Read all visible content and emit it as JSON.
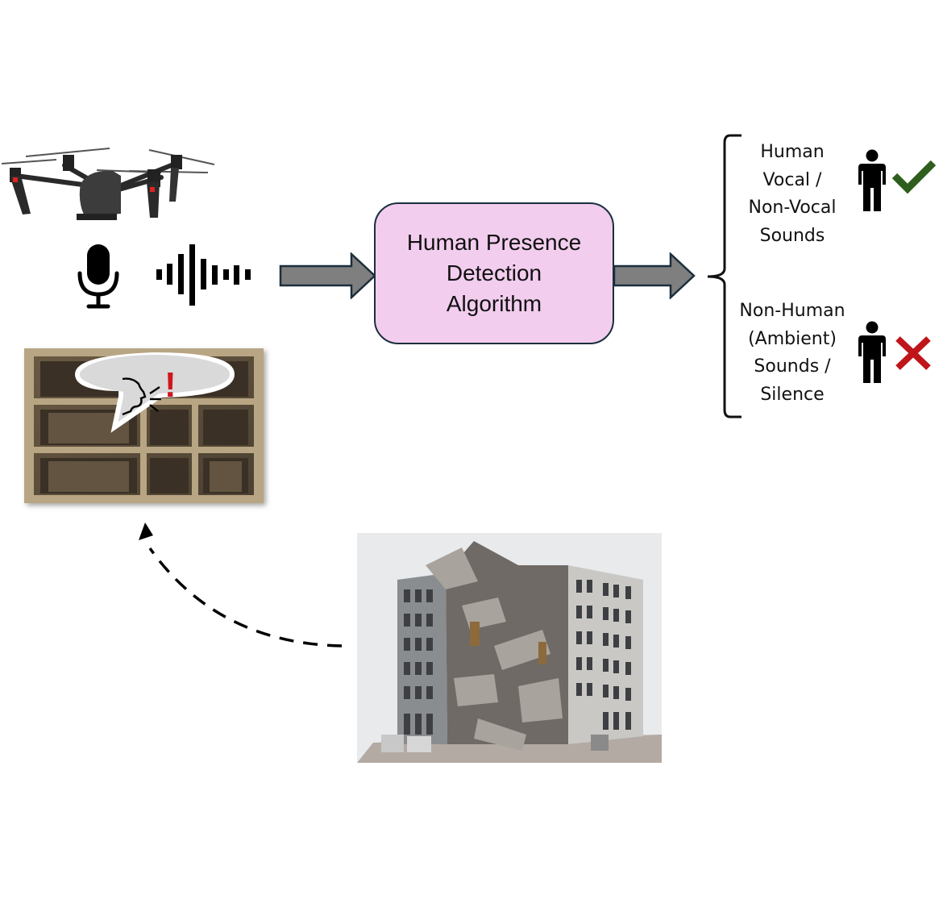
{
  "diagram": {
    "title": "Drone-based human presence detection pipeline",
    "algorithm_box": {
      "lines": [
        "Human Presence",
        "Detection",
        "Algorithm"
      ],
      "fill_color": "#f2cdee",
      "border_color": "#1b2f3d"
    },
    "inputs": {
      "drone": "drone-image",
      "microphone": "microphone-icon",
      "waveform": "sound-wave-icon",
      "trapped_scene": "collapsed-building-interior-image",
      "speech_bubble": {
        "icon": "speaking-head-icon",
        "mark": "!",
        "mark_color": "#d0161d"
      }
    },
    "outputs": [
      {
        "lines": [
          "Human",
          "Vocal /",
          "Non-Vocal",
          "Sounds"
        ],
        "icon": "person-icon",
        "result_icon": "checkmark-icon",
        "result_color": "#2e5e1e"
      },
      {
        "lines": [
          "Non-Human",
          "(Ambient)",
          "Sounds /",
          "Silence"
        ],
        "icon": "person-icon",
        "result_icon": "cross-icon",
        "result_color": "#c0141b"
      }
    ],
    "arrow_color": "#7f7f7f",
    "arrow_border": "#1b2f3d",
    "source_scene": "collapsed-building-image"
  }
}
